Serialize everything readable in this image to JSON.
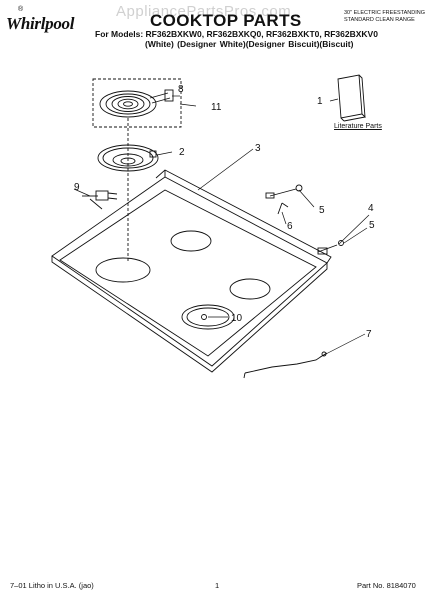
{
  "watermark": "AppliancePartsPros.com",
  "brand": {
    "name": "Whirlpool",
    "mark": "®"
  },
  "header": {
    "title": "COOKTOP PARTS",
    "subtitle_line1": "30\" ELECTRIC FREESTANDING",
    "subtitle_line2": "STANDARD CLEAN RANGE",
    "models": "For Models: RF362BXKW0, RF362BXKQ0, RF362BXKT0, RF362BXKV0",
    "colors": "(White)     (Designer White)(Designer Biscuit)(Biscuit)"
  },
  "callouts": [
    "1",
    "2",
    "3",
    "4",
    "5",
    "5",
    "6",
    "7",
    "8",
    "9",
    "10",
    "11"
  ],
  "literature_label": "Literature Parts",
  "footer": {
    "left": "7–01 Litho in U.S.A. (jao)",
    "center": "1",
    "right": "Part No. 8184070"
  }
}
